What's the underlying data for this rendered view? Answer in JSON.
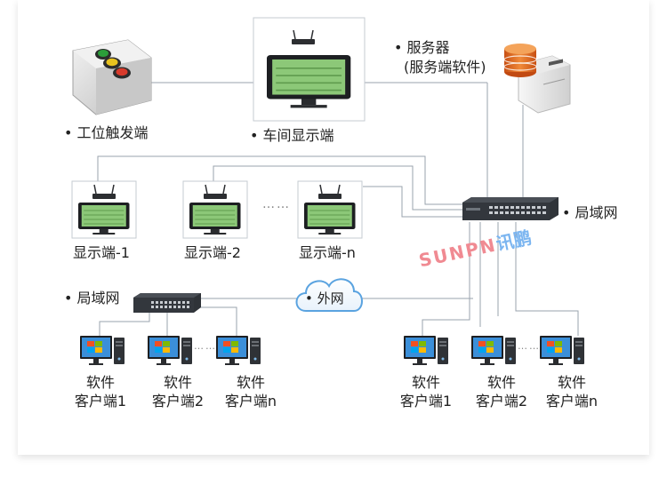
{
  "labels": {
    "trigger": "工位触发端",
    "workshop_display": "车间显示端",
    "server_line1": "服务器",
    "server_line2": "(服务端软件)",
    "lan_right": "局域网",
    "lan_left": "局域网",
    "internet": "外网",
    "display_1": "显示端-1",
    "display_2": "显示端-2",
    "display_n": "显示端-n",
    "ellipsis_displays": "……",
    "ellipsis_pcs": "……"
  },
  "clients_left": [
    {
      "line1": "软件",
      "line2": "客户端1"
    },
    {
      "line1": "软件",
      "line2": "客户端2"
    },
    {
      "line1": "软件",
      "line2": "客户端n"
    }
  ],
  "clients_right": [
    {
      "line1": "软件",
      "line2": "客户端1"
    },
    {
      "line1": "软件",
      "line2": "客户端2"
    },
    {
      "line1": "软件",
      "line2": "客户端n"
    }
  ],
  "brand": {
    "latin": "SUNPN",
    "chinese": "讯鹏"
  },
  "colors": {
    "line": "#9aa3ad",
    "switch": "#2f3338",
    "monitor_screen": "#7fbf6a",
    "server_drum": "#e8702a",
    "button_red": "#d83a2b",
    "button_yellow": "#e8c21f",
    "button_green": "#2c9d3a"
  }
}
